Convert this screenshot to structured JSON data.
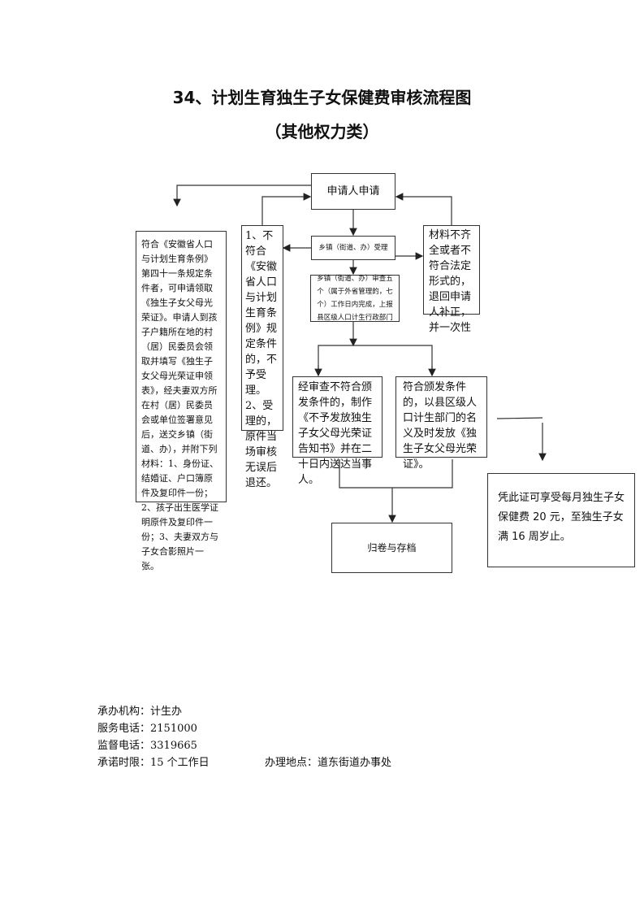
{
  "title": "34、计划生育独生子女保健费审核流程图",
  "subtitle": "（其他权力类）",
  "flow": {
    "apply": "申请人申请",
    "conditions": "符合《安徽省人口与计划生育条例》第四十一条规定条件者，可申请领取《独生子女父母光荣证》。申请人到孩子户籍所在地的村（居）民委员会领取并填写《独生子女父母光荣证申领表》，经夫妻双方所在村（居）民委员会或单位签署意见后，送交乡镇（街道、办），并附下列材料：1、身份证、结婚证、户口簿原件及复印件一份；2、孩子出生医学证明原件及复印件一份；3、夫妻双方与子女合影照片一张。",
    "reject": "1、不符合《安徽省人口与计划生育条例》规定条件的，不予受理。2、受理的，原件当场审核无误后退还。",
    "accept": "乡镇（街道、办）受理",
    "review": "乡镇（街道、办）审查五个（属于外省管理的，七个）工作日内完成，上报县区级人口计生行政部门",
    "incomplete": "材料不齐全或者不符合法定形式的，退回申请人补正，并一次性",
    "not_qualified": "经审查不符合颁发条件的，制作《不予发放独生子女父母光荣证告知书》并在二十日内送达当事人。",
    "qualified": "符合颁发条件的，以县区级人口计生部门的名义及时发放《独生子女父母光荣证》。",
    "archive": "归卷与存档",
    "benefit": "凭此证可享受每月独生子女保健费 20 元，至独生子女满 16 周岁止。"
  },
  "footer": {
    "org": "承办机构：计生办",
    "service_phone": "服务电话：2151000",
    "supervise_phone": "监督电话：3319665",
    "time_limit": "承诺时限：15 个工作日",
    "location": "办理地点：道东街道办事处"
  }
}
